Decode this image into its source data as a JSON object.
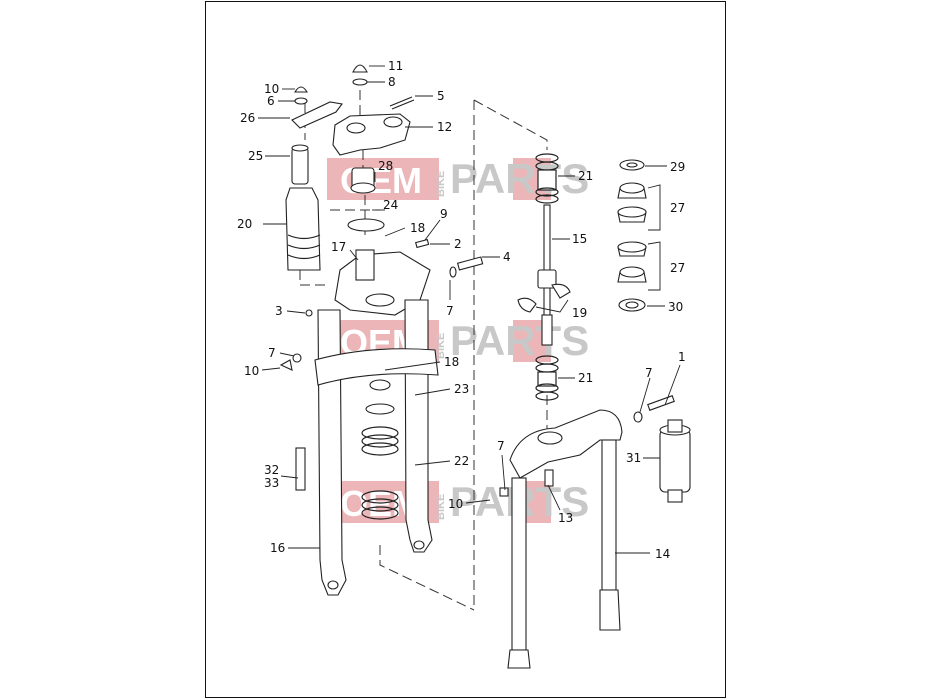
{
  "diagram": {
    "callouts": [
      "11",
      "8",
      "10",
      "6",
      "5",
      "26",
      "12",
      "25",
      "28",
      "29",
      "21",
      "24",
      "27",
      "20",
      "18",
      "9",
      "15",
      "17",
      "2",
      "4",
      "27",
      "3",
      "19",
      "7",
      "30",
      "7",
      "21",
      "1",
      "10",
      "18",
      "23",
      "7",
      "31",
      "32",
      "33",
      "22",
      "7",
      "10",
      "13",
      "16",
      "14"
    ],
    "watermark": {
      "oem": "OEM",
      "bike": "BIKE",
      "parts": "PARTS",
      "colors": {
        "block": "#e8a3a6",
        "gray": "#c8c8c8"
      }
    }
  }
}
